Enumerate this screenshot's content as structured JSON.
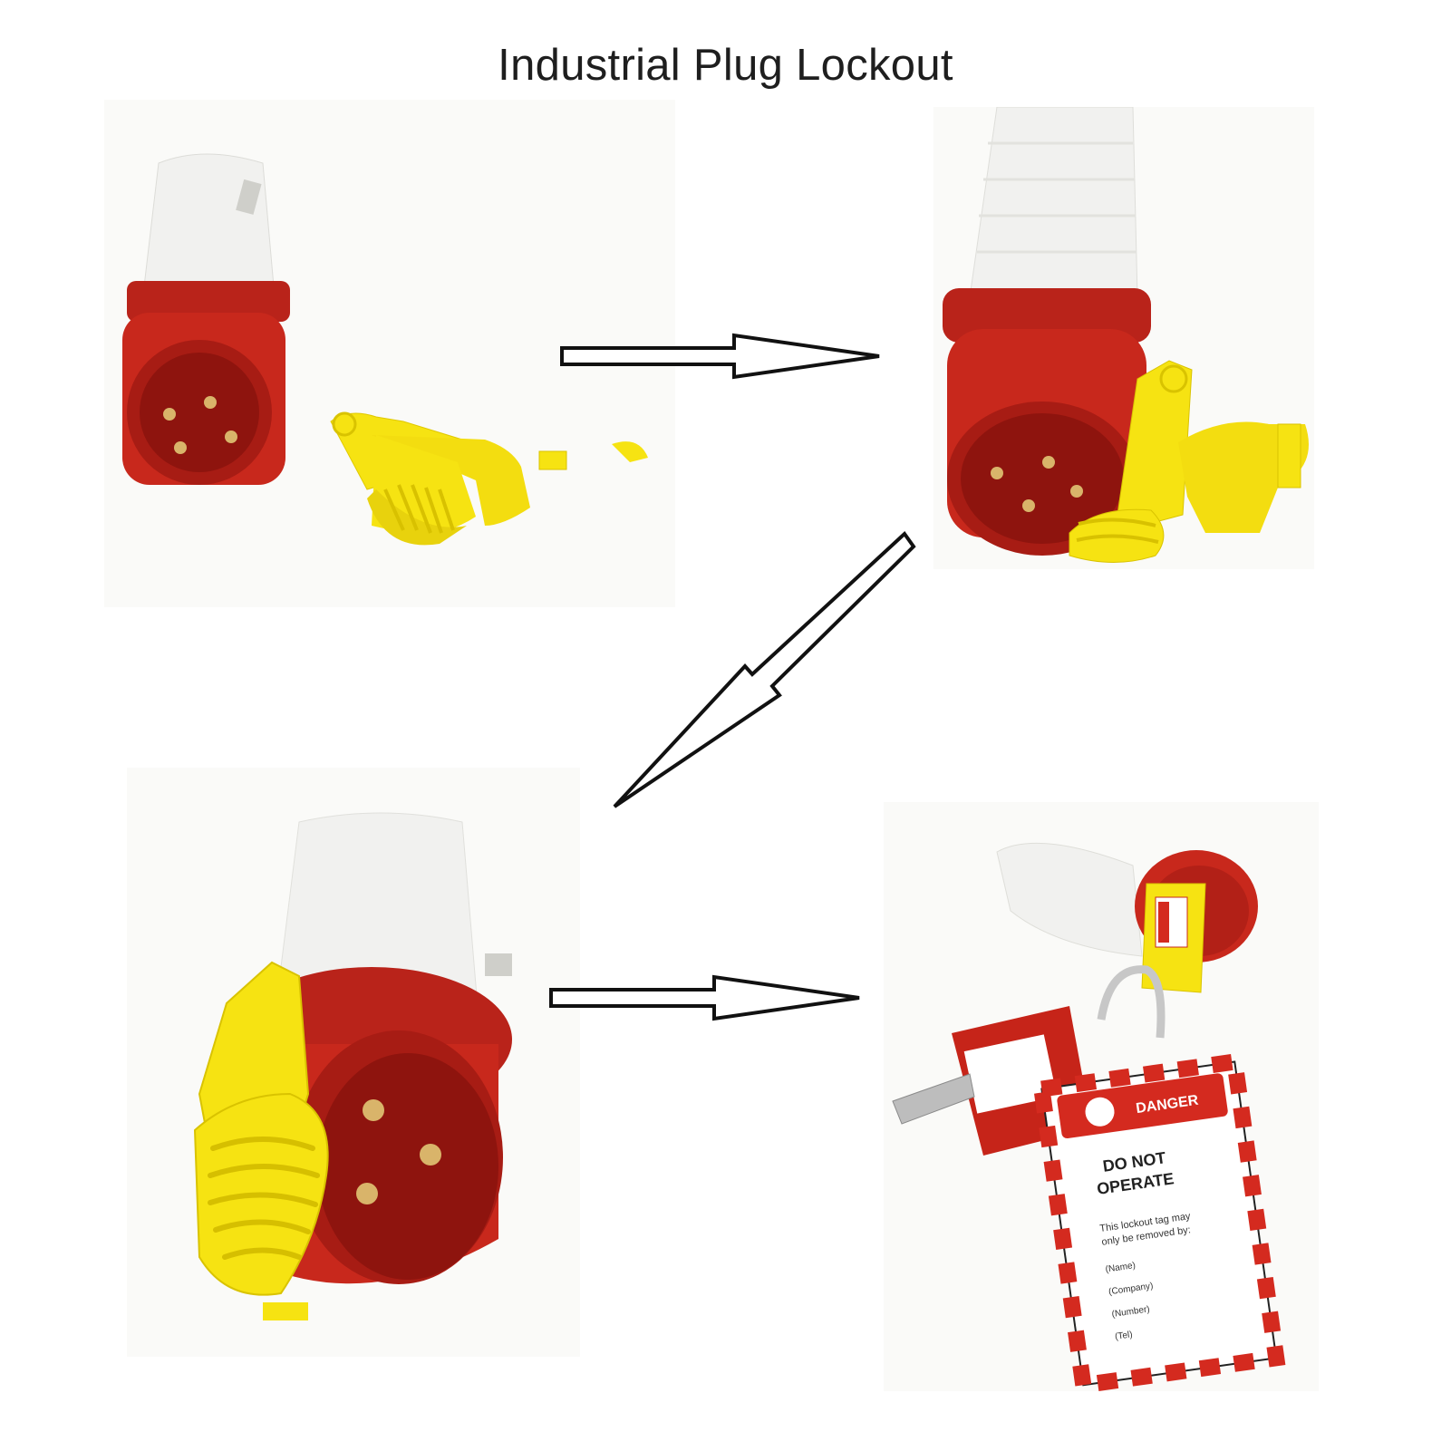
{
  "page": {
    "title": "Industrial Plug Lockout"
  },
  "colors": {
    "plug_red": "#c8281c",
    "plug_white": "#f1f1ef",
    "lockout_yellow": "#f6e312",
    "pin_brass": "#d9b46a",
    "arrow_stroke": "#111111",
    "tag_red": "#d42a1f"
  },
  "tag": {
    "header": "DANGER",
    "line1": "DO NOT",
    "line2": "OPERATE",
    "line3": "This lockout tag may",
    "line4": "only be removed by:",
    "field1": "(Name)",
    "field2": "(Company)",
    "field3": "(Number)",
    "field4": "(Tel)"
  },
  "steps": [
    {
      "name": "plug-and-lockout-separate"
    },
    {
      "name": "lockout-fitted-open"
    },
    {
      "name": "lockout-closed"
    },
    {
      "name": "locked-with-padlock-and-tag"
    }
  ]
}
